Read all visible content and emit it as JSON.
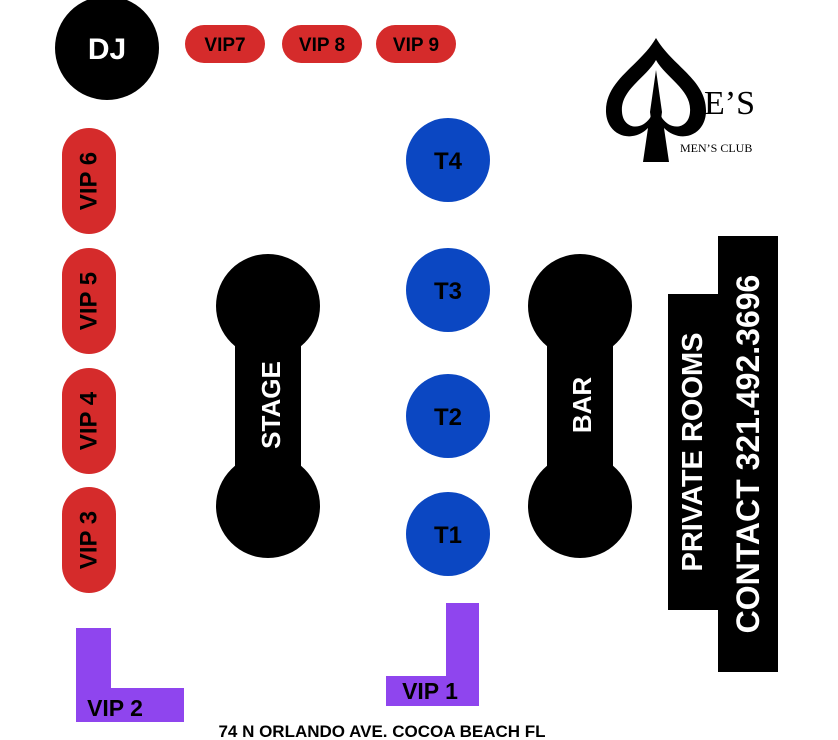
{
  "dj": {
    "label": "DJ"
  },
  "vip_top": [
    {
      "label": "VIP7"
    },
    {
      "label": "VIP 8"
    },
    {
      "label": "VIP 9"
    }
  ],
  "vip_side": [
    {
      "label": "VIP 6"
    },
    {
      "label": "VIP 5"
    },
    {
      "label": "VIP 4"
    },
    {
      "label": "VIP 3"
    }
  ],
  "vip_corner": [
    {
      "label": "VIP 2"
    },
    {
      "label": "VIP 1"
    }
  ],
  "tables": [
    {
      "label": "T4"
    },
    {
      "label": "T3"
    },
    {
      "label": "T2"
    },
    {
      "label": "T1"
    }
  ],
  "stage": {
    "label": "STAGE"
  },
  "bar": {
    "label": "BAR"
  },
  "logo": {
    "brand": "E’S",
    "tagline": "MEN’S CLUB"
  },
  "private_rooms": {
    "title": "PRIVATE ROOMS",
    "contact": "CONTACT 321.492.3696"
  },
  "address": "74 N ORLANDO AVE. COCOA BEACH FL",
  "colors": {
    "vip_red": "#d52b2b",
    "table_blue": "#0b47c2",
    "vip_purple": "#8f45ee",
    "black": "#000000",
    "white": "#ffffff"
  }
}
